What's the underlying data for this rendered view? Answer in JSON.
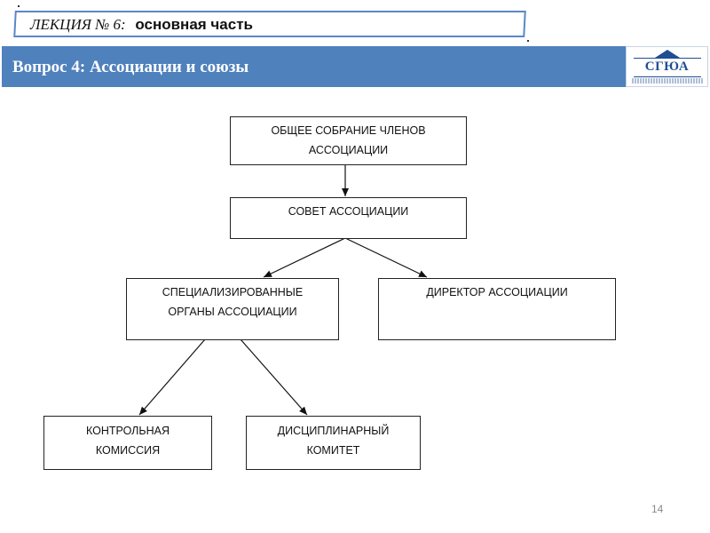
{
  "header": {
    "lecture_num": "ЛЕКЦИЯ № 6:",
    "lecture_title": "основная часть"
  },
  "banner": {
    "title": "Вопрос 4: Ассоциации и союзы",
    "logo_text": "СГЮА"
  },
  "diagram": {
    "nodes": {
      "general_meeting": "ОБЩЕЕ СОБРАНИЕ ЧЛЕНОВ АССОЦИАЦИИ",
      "council": "СОВЕТ АССОЦИАЦИИ",
      "specialized_bodies": "СПЕЦИАЛИЗИРОВАННЫЕ ОРГАНЫ АССОЦИАЦИИ",
      "director": "ДИРЕКТОР АССОЦИАЦИИ",
      "control_commission": "КОНТРОЛЬНАЯ КОМИССИЯ",
      "disciplinary_committee": "ДИСЦИПЛИНАРНЫЙ КОМИТЕТ"
    },
    "edges": [
      [
        "general_meeting",
        "council"
      ],
      [
        "council",
        "specialized_bodies"
      ],
      [
        "council",
        "director"
      ],
      [
        "specialized_bodies",
        "control_commission"
      ],
      [
        "specialized_bodies",
        "disciplinary_committee"
      ]
    ]
  },
  "footer": {
    "page_number": "14"
  }
}
